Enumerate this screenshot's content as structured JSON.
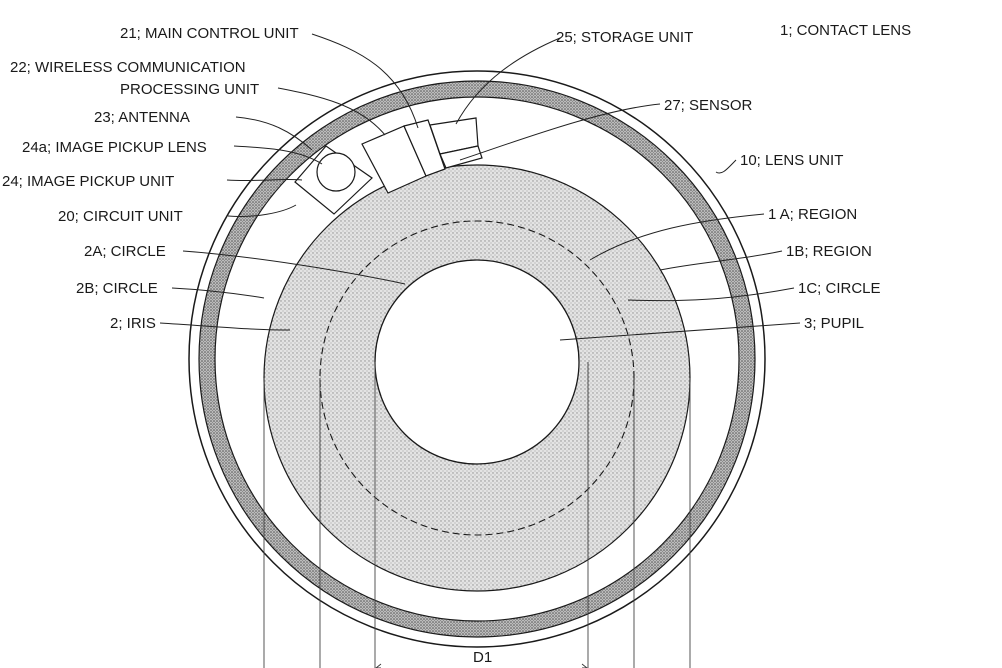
{
  "figure": {
    "labels": {
      "contact_lens": "1; CONTACT LENS",
      "main_control_unit": "21; MAIN CONTROL UNIT",
      "wireless_line1": "22; WIRELESS COMMUNICATION",
      "wireless_line2": "PROCESSING UNIT",
      "antenna": "23; ANTENNA",
      "image_pickup_lens": "24a; IMAGE PICKUP LENS",
      "image_pickup_unit": "24; IMAGE PICKUP UNIT",
      "circuit_unit": "20; CIRCUIT UNIT",
      "circle_2a": "2A; CIRCLE",
      "circle_2b": "2B; CIRCLE",
      "iris": "2; IRIS",
      "storage_unit": "25; STORAGE UNIT",
      "sensor": "27; SENSOR",
      "lens_unit": "10; LENS UNIT",
      "region_1a": "1 A; REGION",
      "region_1b": "1B; REGION",
      "circle_1c": "1C; CIRCLE",
      "pupil": "3; PUPIL",
      "dimension_d1": "D1"
    }
  }
}
